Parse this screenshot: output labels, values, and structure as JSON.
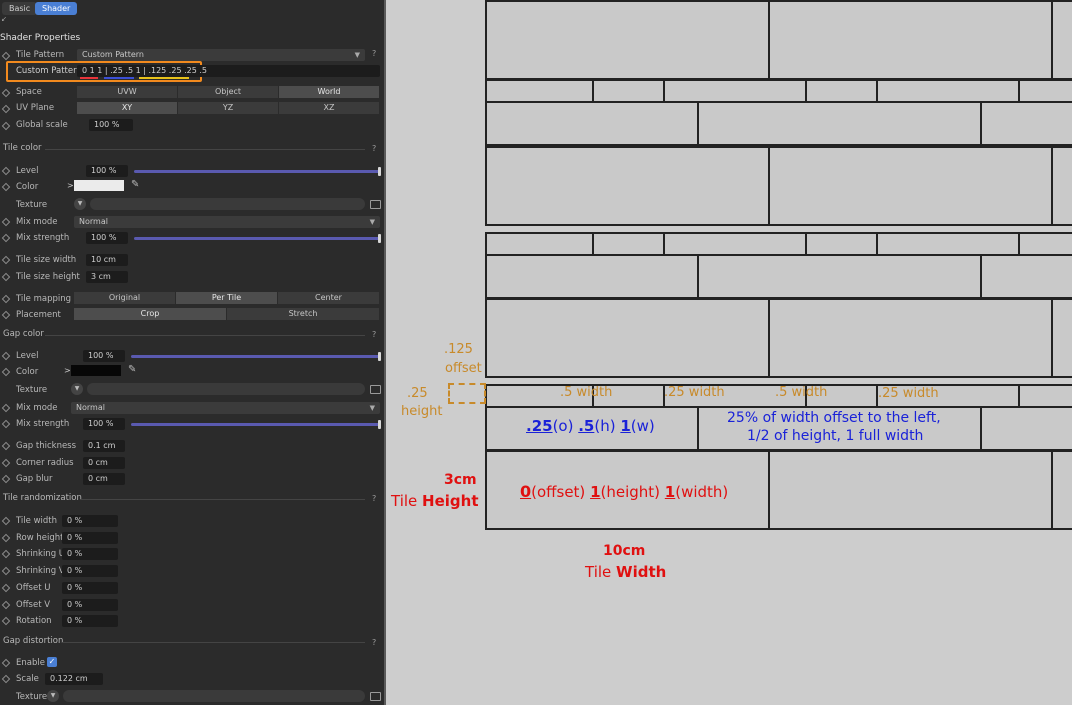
{
  "tabs": {
    "basic": "Basic",
    "shader": "Shader"
  },
  "panel_title": "Shader Properties",
  "tile_pattern": {
    "label": "Tile Pattern",
    "value": "Custom Pattern"
  },
  "custom_pattern": {
    "label": "Custom Pattern",
    "part1": "0 1 1",
    "sep1": " | ",
    "part2": ".25 .5 1",
    "sep2": " | ",
    "part3": ".125 .25 .25 .5"
  },
  "space": {
    "label": "Space",
    "options": [
      "UVW",
      "Object",
      "World"
    ]
  },
  "uv_plane": {
    "label": "UV Plane",
    "options": [
      "XY",
      "YZ",
      "XZ"
    ]
  },
  "global_scale": {
    "label": "Global scale",
    "value": "100 %"
  },
  "tile_color": {
    "section": "Tile color",
    "level_label": "Level",
    "level_value": "100 %",
    "color_label": "Color",
    "texture_label": "Texture",
    "mix_mode_label": "Mix mode",
    "mix_mode_value": "Normal",
    "mix_strength_label": "Mix strength",
    "mix_strength_value": "100 %",
    "size_width_label": "Tile size width",
    "size_width_value": "10 cm",
    "size_height_label": "Tile size height",
    "size_height_value": "3 cm",
    "mapping_label": "Tile mapping",
    "mapping_options": [
      "Original",
      "Per Tile",
      "Center"
    ],
    "placement_label": "Placement",
    "placement_options": [
      "Crop",
      "Stretch"
    ]
  },
  "gap_color": {
    "section": "Gap color",
    "level_label": "Level",
    "level_value": "100 %",
    "color_label": "Color",
    "texture_label": "Texture",
    "mix_mode_label": "Mix mode",
    "mix_mode_value": "Normal",
    "mix_strength_label": "Mix strength",
    "mix_strength_value": "100 %",
    "thickness_label": "Gap thickness",
    "thickness_value": "0.1 cm",
    "corner_label": "Corner radius",
    "corner_value": "0 cm",
    "blur_label": "Gap blur",
    "blur_value": "0 cm"
  },
  "tile_randomization": {
    "section": "Tile randomization",
    "items": [
      {
        "label": "Tile width",
        "value": "0 %"
      },
      {
        "label": "Row height",
        "value": "0 %"
      },
      {
        "label": "Shrinking U",
        "value": "0 %"
      },
      {
        "label": "Shrinking V",
        "value": "0 %"
      },
      {
        "label": "Offset U",
        "value": "0 %"
      },
      {
        "label": "Offset V",
        "value": "0 %"
      },
      {
        "label": "Rotation",
        "value": "0 %"
      }
    ]
  },
  "gap_distortion": {
    "section": "Gap distortion",
    "enable_label": "Enable",
    "scale_label": "Scale",
    "scale_value": "0.122 cm",
    "texture_label": "Texture"
  },
  "help_mark": "?",
  "colors": {
    "red": "#e8343a",
    "blue": "#3b4fd6",
    "yellow": "#e8c21a",
    "orange": "#f28a1e",
    "accent": "#4a7fd4",
    "annot_red": "#e01010",
    "annot_blue": "#1a22d8",
    "annot_orange": "#c88a2a"
  },
  "annotations": {
    "offset_value": ".125",
    "offset_word": "offset",
    "gap_height_value": ".25",
    "gap_height_word": "height",
    "w1": ".5 width",
    "w2": ".25 width",
    "w3": ".5 width",
    "w4": ".25 width",
    "row2_a": ".25",
    "row2_b": "(o) ",
    "row2_c": ".5",
    "row2_d": "(h) ",
    "row2_e": "1",
    "row2_f": "(w)",
    "row2_desc1": "25% of width offset to the left,",
    "row2_desc2": "1/2 of height, 1 full width",
    "row1_a": "0",
    "row1_b": "(offset) ",
    "row1_c": "1",
    "row1_d": "(height) ",
    "row1_e": "1",
    "row1_f": "(width)",
    "tile_height_value": "3cm",
    "tile_height_label": "Tile ",
    "tile_height_bold": "Height",
    "tile_width_value": "10cm",
    "tile_width_label": "Tile ",
    "tile_width_bold": "Width"
  }
}
